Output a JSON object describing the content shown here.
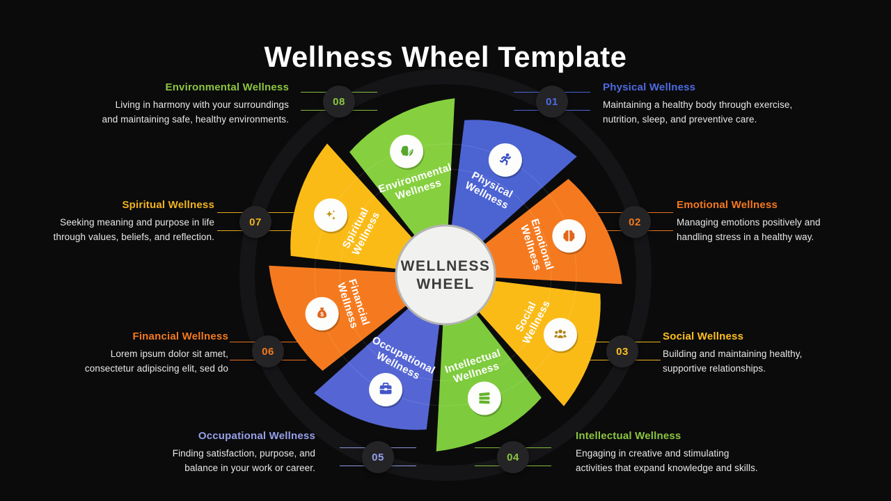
{
  "title": "Wellness Wheel Template",
  "center": {
    "line1": "WELLNESS",
    "line2": "WHEEL"
  },
  "colors": {
    "background": "#0B0B0C",
    "ring": "#151518",
    "center_fill": "#F1F1EF",
    "center_border": "#B3B3B3",
    "center_text": "#3C3C3C",
    "wheel_label_text": "#FFFFFF",
    "body_text": "#E9E9E9",
    "title_text": "#FFFFFF"
  },
  "segments": [
    {
      "number": "01",
      "name": "Physical Wellness",
      "wheel_label": [
        "Physical",
        "Wellness"
      ],
      "desc": [
        "Maintaining a healthy body through exercise,",
        "nutrition, sleep, and preventive care."
      ],
      "color": "#4C63D2",
      "heading_color": "#4E6BE0",
      "icon_color": "#3A53C4",
      "icon": "runner-icon"
    },
    {
      "number": "02",
      "name": "Emotional Wellness",
      "wheel_label": [
        "Emotional",
        "Wellness"
      ],
      "desc": [
        "Managing emotions positively and",
        "handling stress in a healthy way."
      ],
      "color": "#F57A1F",
      "heading_color": "#F5791E",
      "icon_color": "#E2661A",
      "icon": "brain-icon"
    },
    {
      "number": "03",
      "name": "Social Wellness",
      "wheel_label": [
        "Social",
        "Wellness"
      ],
      "desc": [
        "Building and maintaining healthy,",
        "supportive relationships."
      ],
      "color": "#FBBB17",
      "heading_color": "#FFC01E",
      "icon_color": "#B08413",
      "icon": "people-group-icon"
    },
    {
      "number": "04",
      "name": "Intellectual Wellness",
      "wheel_label": [
        "Intellectual",
        "Wellness"
      ],
      "desc": [
        "Engaging in creative and stimulating",
        "activities that expand knowledge and skills."
      ],
      "color": "#7ECB3D",
      "heading_color": "#8CC63F",
      "icon_color": "#66B32E",
      "icon": "books-stack-icon"
    },
    {
      "number": "05",
      "name": "Occupational Wellness",
      "wheel_label": [
        "Occupational",
        "Wellness"
      ],
      "desc": [
        "Finding satisfaction, purpose, and",
        "balance in your work or career."
      ],
      "color": "#5566D4",
      "heading_color": "#97A0E8",
      "icon_color": "#4356C8",
      "icon": "briefcase-icon"
    },
    {
      "number": "06",
      "name": "Financial Wellness",
      "wheel_label": [
        "Financial",
        "Wellness"
      ],
      "desc": [
        "Lorem ipsum dolor sit amet,",
        "consectetur adipiscing elit, sed do"
      ],
      "color": "#F57A1F",
      "heading_color": "#F5791E",
      "icon_color": "#E0641A",
      "icon": "money-bag-icon"
    },
    {
      "number": "07",
      "name": "Spiritual Wellness",
      "wheel_label": [
        "Spiritual",
        "Wellness"
      ],
      "desc": [
        "Seeking meaning and purpose in life",
        "through values, beliefs, and reflection."
      ],
      "color": "#FBBB17",
      "heading_color": "#F2B31D",
      "icon_color": "#C3941B",
      "icon": "sparkles-icon"
    },
    {
      "number": "08",
      "name": "Environmental Wellness",
      "wheel_label": [
        "Environmental",
        "Wellness"
      ],
      "desc": [
        "Living in harmony with your surroundings",
        "and maintaining safe, healthy environments."
      ],
      "color": "#86D03F",
      "heading_color": "#8CC63F",
      "icon_color": "#56A72E",
      "icon": "brain-leaf-icon"
    }
  ]
}
